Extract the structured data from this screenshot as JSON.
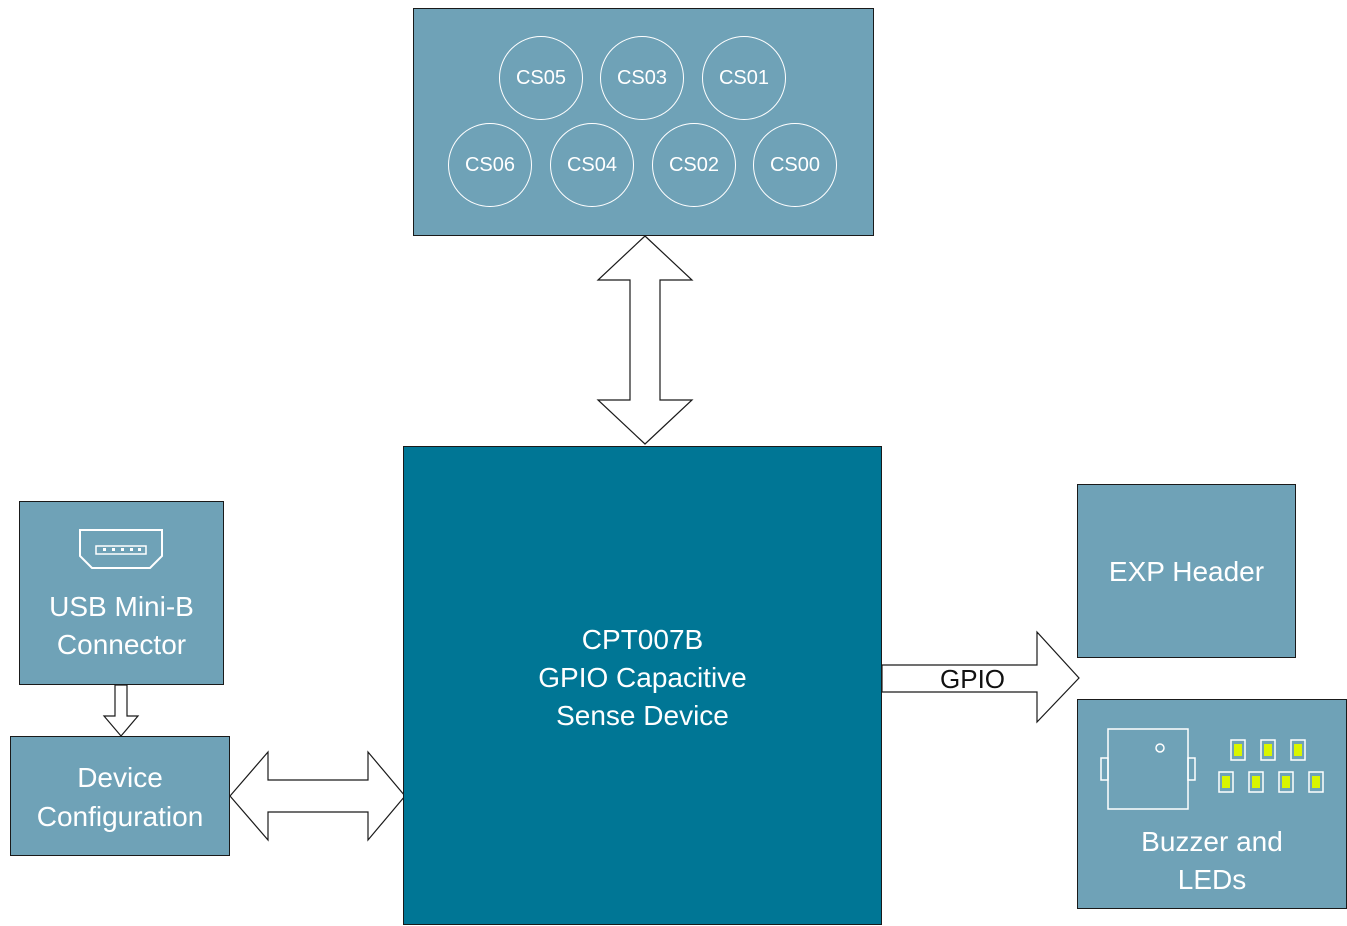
{
  "colors": {
    "light_block": "#6fa2b7",
    "dark_block": "#007695",
    "arrow_fill": "#ffffff",
    "arrow_stroke": "#1a1a1a"
  },
  "touch_pads": {
    "top_row": [
      "CS05",
      "CS03",
      "CS01"
    ],
    "bottom_row": [
      "CS06",
      "CS04",
      "CS02",
      "CS00"
    ]
  },
  "main_device": {
    "line1": "CPT007B",
    "line2": "GPIO Capacitive",
    "line3": "Sense Device"
  },
  "usb": {
    "line1": "USB Mini-B",
    "line2": "Connector",
    "icon": "usb-mini-b-icon"
  },
  "config": {
    "line1": "Device",
    "line2": "Configuration"
  },
  "exp_header": {
    "label": "EXP Header"
  },
  "buzzer": {
    "line1": "Buzzer and",
    "line2": "LEDs",
    "icons": [
      "buzzer-icon",
      "led-icon"
    ]
  },
  "gpio_arrow": {
    "label": "GPIO"
  }
}
